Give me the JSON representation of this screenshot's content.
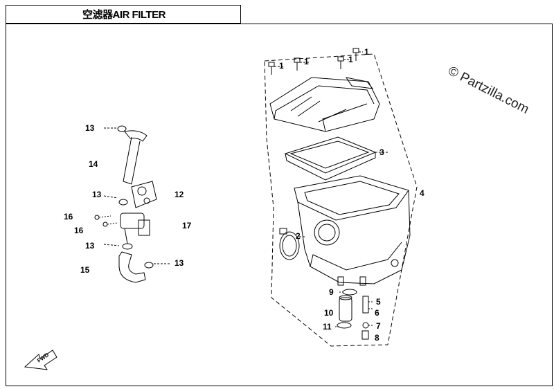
{
  "header": {
    "title": "空滤器AIR FILTER"
  },
  "watermark": "© Partzilla.com",
  "fwd_label": "FWD",
  "callouts": {
    "c1a": "1",
    "c1b": "1",
    "c1c": "1",
    "c1d": "1",
    "c2": "2",
    "c3": "3",
    "c4": "4",
    "c5": "5",
    "c6": "6",
    "c7": "7",
    "c8": "8",
    "c9": "9",
    "c10": "10",
    "c11": "11",
    "c12": "12",
    "c13a": "13",
    "c13b": "13",
    "c13c": "13",
    "c13d": "13",
    "c14": "14",
    "c15": "15",
    "c16a": "16",
    "c16b": "16",
    "c17": "17"
  }
}
